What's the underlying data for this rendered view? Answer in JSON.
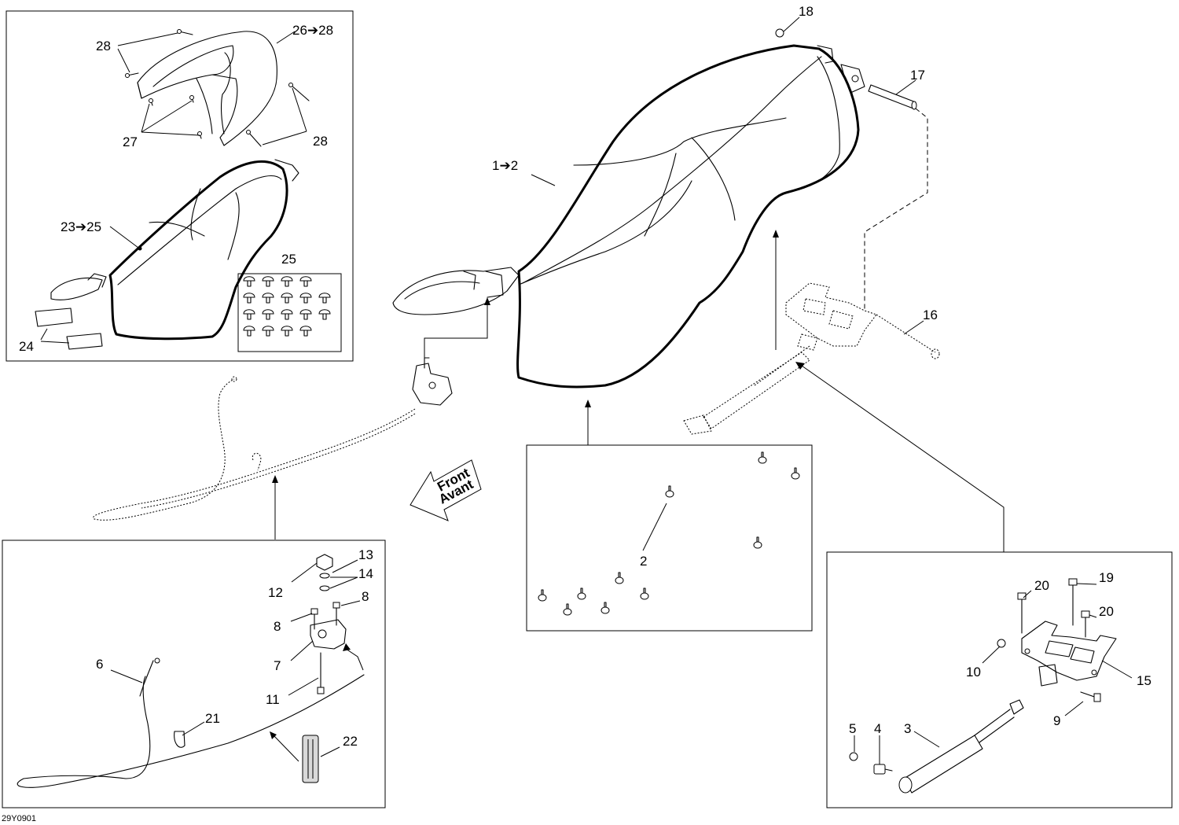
{
  "labels": {
    "l_18": "18",
    "l_17": "17",
    "l_1to2": "1➔2",
    "l_16": "16",
    "l_28a": "28",
    "l_26to28": "26➔28",
    "l_27": "27",
    "l_28b": "28",
    "l_23to25": "23➔25",
    "l_25": "25",
    "l_24": "24",
    "l_13": "13",
    "l_14": "14",
    "l_12": "12",
    "l_8a": "8",
    "l_8b": "8",
    "l_7": "7",
    "l_6": "6",
    "l_11": "11",
    "l_21": "21",
    "l_22": "22",
    "l_2": "2",
    "l_20a": "20",
    "l_19": "19",
    "l_20b": "20",
    "l_10": "10",
    "l_15": "15",
    "l_9": "9",
    "l_5": "5",
    "l_4": "4",
    "l_3": "3"
  },
  "front_arrow": {
    "line1": "Front",
    "line2": "Avant"
  },
  "figure_code": "29Y0901"
}
